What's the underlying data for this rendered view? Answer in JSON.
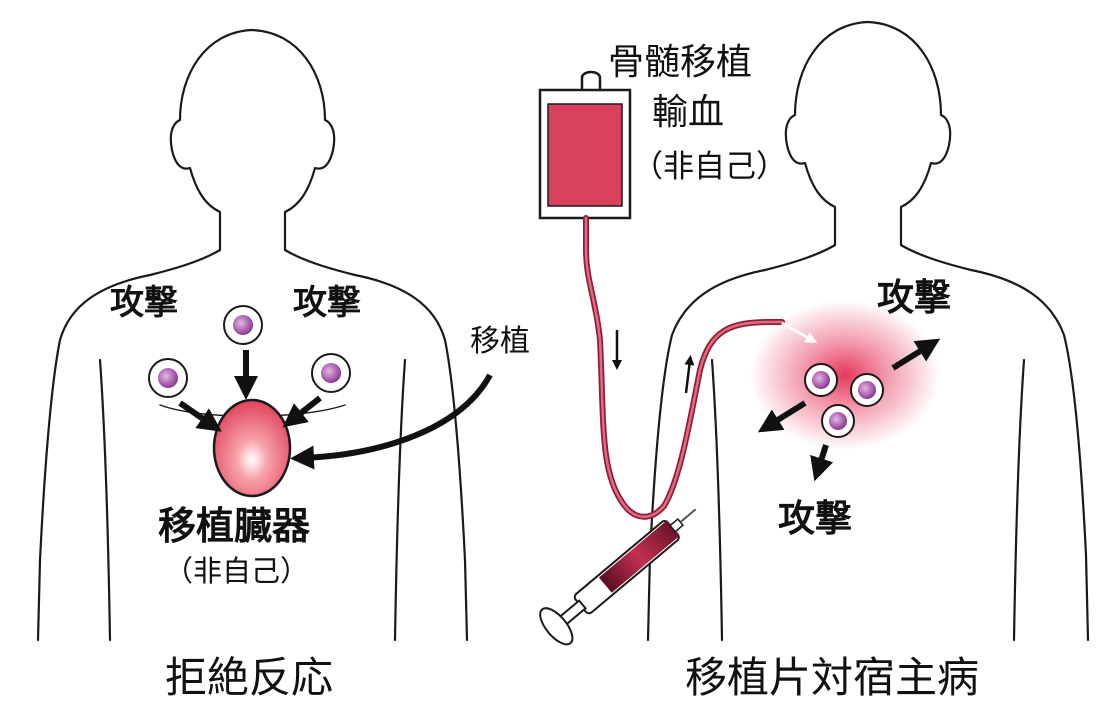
{
  "left_panel": {
    "caption": "拒絶反応",
    "attack_left": "攻撃",
    "attack_right": "攻撃",
    "transplant_label": "移植",
    "organ_label": "移植臓器",
    "organ_sublabel": "（非自己）"
  },
  "right_panel": {
    "caption": "移植片対宿主病",
    "bag_line1": "骨髄移植",
    "bag_line2": "輸血",
    "bag_line3": "（非自己）",
    "attack_top": "攻撃",
    "attack_bottom": "攻撃"
  },
  "colors": {
    "blood": "#d8415b",
    "blood_dark": "#8e1f37",
    "cell_ring": "#222222",
    "cell_core": "#a04aa0",
    "glow": "#e3234a",
    "outline": "#1a1a1a"
  }
}
